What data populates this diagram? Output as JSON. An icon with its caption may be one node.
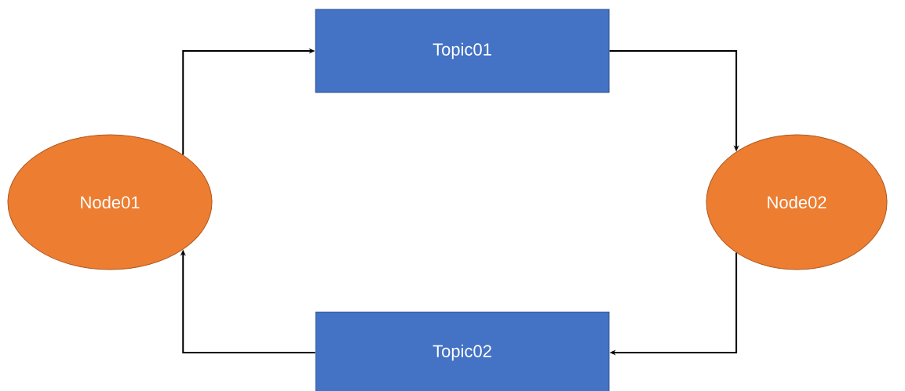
{
  "diagram": {
    "nodes": [
      {
        "text": [
          "Topic01"
        ]
      },
      {
        "text": [
          "Node01"
        ]
      },
      {
        "text": [
          "Node02"
        ]
      },
      {
        "text": [
          "Topic02"
        ]
      }
    ],
    "edges": [
      {
        "from": 1,
        "to": 0,
        "arrow": "to"
      },
      {
        "from": 0,
        "to": 2,
        "arrow": "to"
      },
      {
        "from": 2,
        "to": 3,
        "arrow": "to"
      },
      {
        "from": 3,
        "to": 1,
        "arrow": "to"
      }
    ]
  }
}
